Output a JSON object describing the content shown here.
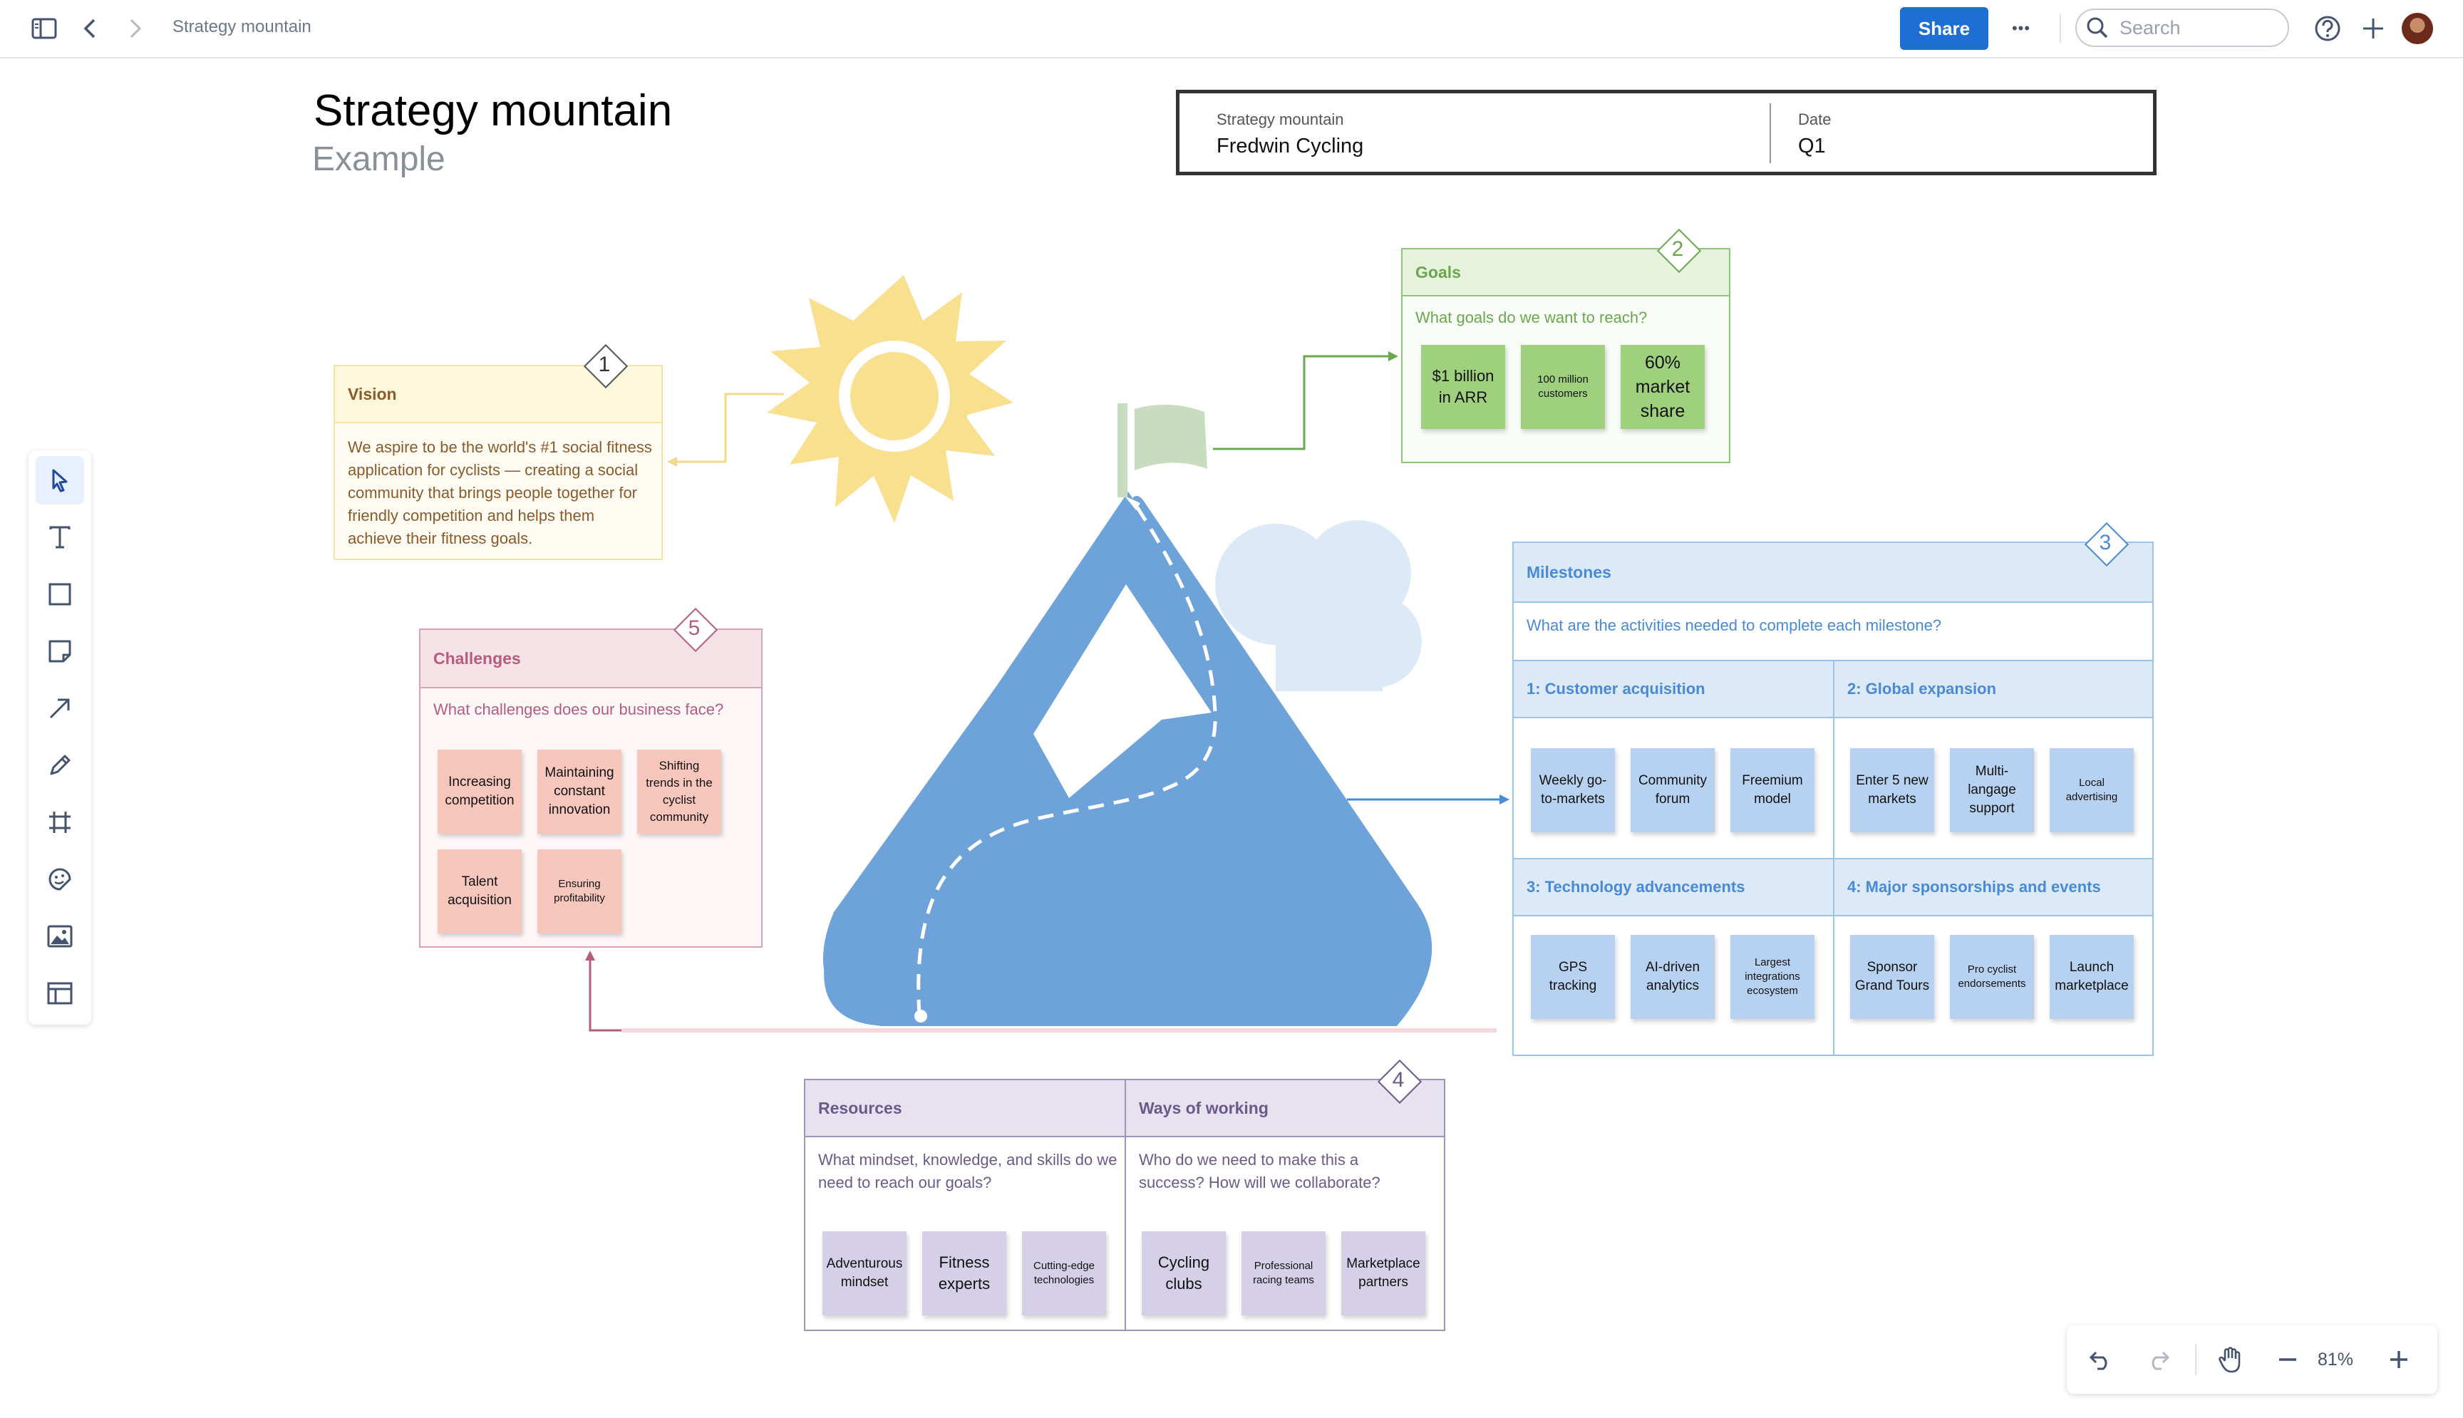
{
  "topbar": {
    "breadcrumb": "Strategy mountain",
    "share_label": "Share",
    "more_label": "•••",
    "search_placeholder": "Search"
  },
  "page": {
    "title": "Strategy mountain",
    "subtitle": "Example"
  },
  "info": {
    "name_label": "Strategy mountain",
    "name_value": "Fredwin Cycling",
    "date_label": "Date",
    "date_value": "Q1"
  },
  "vision": {
    "number": "1",
    "title": "Vision",
    "text": "We aspire to be the world's #1 social fitness application for cyclists — creating a social community that brings people together for friendly competition and helps them achieve their fitness goals."
  },
  "goals": {
    "number": "2",
    "title": "Goals",
    "question": "What goals do we want to reach?",
    "notes": [
      "$1 billion in ARR",
      "100 million customers",
      "60% market share"
    ]
  },
  "milestones": {
    "number": "3",
    "title": "Milestones",
    "question": "What are the activities needed to complete each milestone?",
    "sections": [
      {
        "title": "1: Customer acquisition",
        "notes": [
          "Weekly go-to-markets",
          "Community forum",
          "Freemium model"
        ]
      },
      {
        "title": "2: Global expansion",
        "notes": [
          "Enter 5 new markets",
          "Multi-langage support",
          "Local advertising"
        ]
      },
      {
        "title": "3: Technology advancements",
        "notes": [
          "GPS tracking",
          "AI-driven analytics",
          "Largest integrations ecosystem"
        ]
      },
      {
        "title": "4: Major sponsorships and events",
        "notes": [
          "Sponsor Grand Tours",
          "Pro cyclist endorsements",
          "Launch marketplace"
        ]
      }
    ]
  },
  "resources": {
    "number": "4",
    "title": "Resources",
    "question": "What mindset, knowledge, and skills do we need to reach our goals?",
    "notes": [
      "Adventurous mindset",
      "Fitness experts",
      "Cutting-edge technologies"
    ]
  },
  "ways": {
    "title": "Ways of working",
    "question": "Who do we need to make this a success? How will we collaborate?",
    "notes": [
      "Cycling clubs",
      "Professional racing teams",
      "Marketplace partners"
    ]
  },
  "challenges": {
    "number": "5",
    "title": "Challenges",
    "question": "What challenges does our business face?",
    "notes": [
      "Increasing competition",
      "Maintaining constant innovation",
      "Shifting trends in the cyclist community",
      "Talent acquisition",
      "Ensuring profitability"
    ]
  },
  "zoom": {
    "level": "81%"
  },
  "colors": {
    "accent": "#1f6ed4",
    "mountain": "#6ea3da",
    "sun": "#f9e08f",
    "goals_green": "#6aa84f",
    "milestone_blue": "#4a8ad4",
    "vision_brown": "#8a5a2b",
    "challenge_pink": "#b55d7a",
    "resource_purple": "#6b5a8a"
  }
}
